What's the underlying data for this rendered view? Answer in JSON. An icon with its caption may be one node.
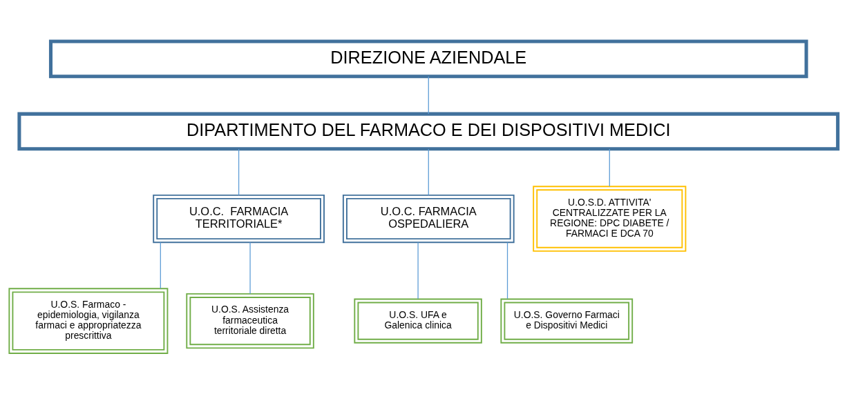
{
  "diagram": {
    "nodes": [
      {
        "text": [
          "DIREZIONE AZIENDALE"
        ]
      },
      {
        "text": [
          "DIPARTIMENTO DEL FARMACO E DEI DISPOSITIVI MEDICI"
        ]
      },
      {
        "text": [
          "U.O.C.  FARMACIA TERRITORIALE*"
        ]
      },
      {
        "text": [
          "U.O.C. FARMACIA OSPEDALIERA"
        ]
      },
      {
        "text": [
          "U.O.S.D. ATTIVITA' CENTRALIZZATE PER LA REGIONE: DPC DIABETE / FARMACI E DCA 70"
        ]
      },
      {
        "text": [
          "U.O.S. Farmaco - epidemiologia, vigilanza farmaci e appropriatezza prescrittiva"
        ]
      },
      {
        "text": [
          "U.O.S. Assistenza farmaceutica territoriale diretta"
        ]
      },
      {
        "text": [
          "U.O.S. UFA e Galenica clinica"
        ]
      },
      {
        "text": [
          "U.O.S. Governo Farmaci e Dispositivi Medici"
        ]
      }
    ],
    "edges": [
      {
        "from": 0,
        "to": 1,
        "arrow": "none"
      },
      {
        "from": 1,
        "to": 2,
        "arrow": "none"
      },
      {
        "from": 1,
        "to": 3,
        "arrow": "none"
      },
      {
        "from": 1,
        "to": 4,
        "arrow": "none"
      },
      {
        "from": 2,
        "to": 5,
        "arrow": "none"
      },
      {
        "from": 2,
        "to": 6,
        "arrow": "none"
      },
      {
        "from": 3,
        "to": 7,
        "arrow": "none"
      },
      {
        "from": 3,
        "to": 8,
        "arrow": "none"
      }
    ]
  }
}
